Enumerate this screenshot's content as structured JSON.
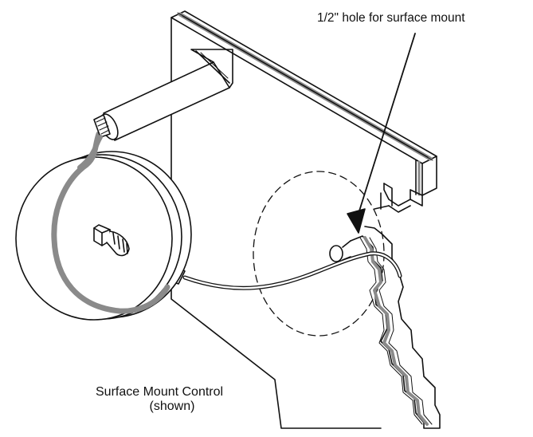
{
  "diagram": {
    "callout": "1/2\" hole for surface mount",
    "caption": {
      "line1": "Surface Mount Control",
      "line2": "(shown)"
    }
  },
  "colors": {
    "line": "#111111",
    "gray_stripe": "#8a8a8a",
    "background": "#ffffff"
  }
}
